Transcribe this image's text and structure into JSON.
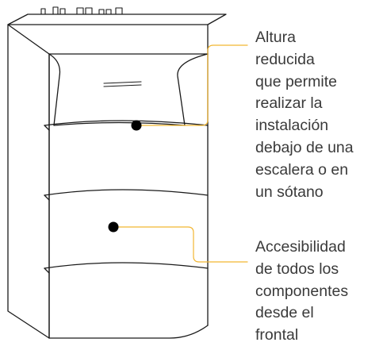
{
  "colors": {
    "line": "#1a1a1a",
    "leader": "#f2b632",
    "dot": "#000000",
    "text": "#3a3a3a",
    "background": "#ffffff"
  },
  "callouts": [
    {
      "id": "top",
      "text": "Altura\nreducida\nque permite\nrealizar la\ninstalación\ndebajo de una\nescalera o en\nun sótano"
    },
    {
      "id": "bottom",
      "text": "Accesibilidad\nde todos los\ncomponentes\ndesde el\nfrontal"
    }
  ]
}
